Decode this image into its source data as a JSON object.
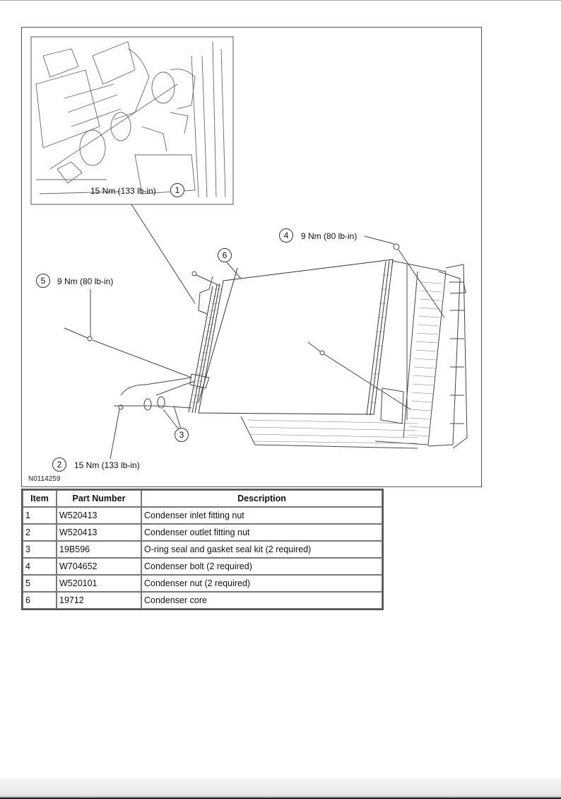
{
  "figure": {
    "id": "N0114259",
    "callouts": [
      {
        "num": "1",
        "torque": "15 Nm (133 lb-in)"
      },
      {
        "num": "2",
        "torque": "15 Nm (133 lb-in)"
      },
      {
        "num": "3",
        "torque": ""
      },
      {
        "num": "4",
        "torque": "9 Nm (80 lb-in)"
      },
      {
        "num": "5",
        "torque": "9 Nm (80 lb-in)"
      },
      {
        "num": "6",
        "torque": ""
      }
    ]
  },
  "table": {
    "headers": {
      "item": "Item",
      "part": "Part Number",
      "desc": "Description"
    },
    "rows": [
      {
        "item": "1",
        "part": "W520413",
        "desc": "Condenser inlet fitting nut"
      },
      {
        "item": "2",
        "part": "W520413",
        "desc": "Condenser outlet fitting nut"
      },
      {
        "item": "3",
        "part": "19B596",
        "desc": "O-ring seal and gasket seal kit (2 required)"
      },
      {
        "item": "4",
        "part": "W704652",
        "desc": "Condenser bolt (2 required)"
      },
      {
        "item": "5",
        "part": "W520101",
        "desc": "Condenser nut (2 required)"
      },
      {
        "item": "6",
        "part": "19712",
        "desc": "Condenser core"
      }
    ]
  }
}
